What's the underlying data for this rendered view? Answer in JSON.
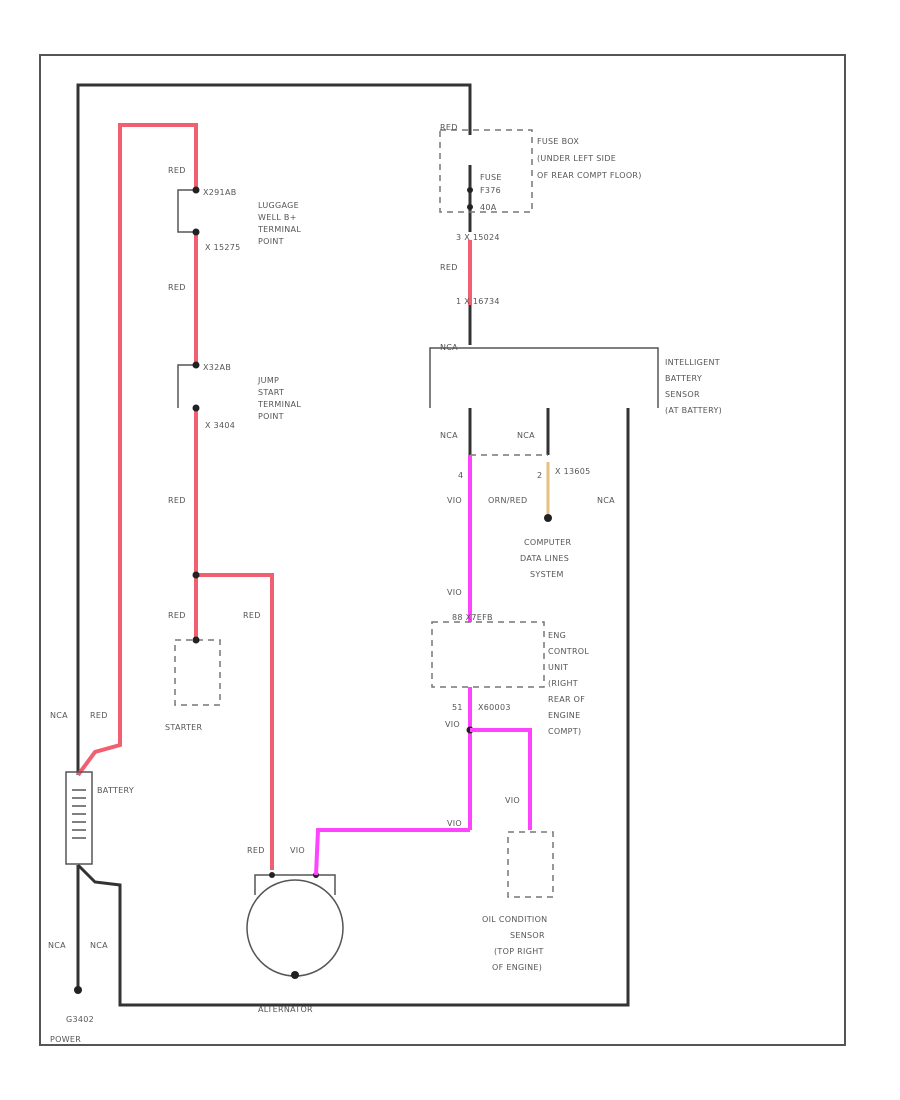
{
  "colors": {
    "red_wire": "#f06070",
    "violet_wire": "#ff44ff",
    "orange_wire": "#e8c080",
    "black_wire": "#333333"
  },
  "labels": {
    "red_top": "RED",
    "luggage_top": "X291AB",
    "luggage_name": [
      "LUGGAGE",
      "WELL B+",
      "TERMINAL",
      "POINT"
    ],
    "luggage_bottom": "X 15275",
    "red_mid": "RED",
    "jump_top": "X32AB",
    "jump_name": [
      "JUMP",
      "START",
      "TERMINAL",
      "POINT"
    ],
    "jump_bottom": "X 3404",
    "red_low": "RED",
    "red_starter": "RED",
    "red_alt_branch": "RED",
    "starter": "STARTER",
    "battery": "BATTERY",
    "nca_left": "NCA",
    "red_left": "RED",
    "nca_ground_1": "NCA",
    "nca_ground_2": "NCA",
    "ground": "G3402",
    "power": "POWER",
    "red_alt": "RED",
    "vio_alt": "VIO",
    "alternator": "ALTERNATOR",
    "red_fuse": "RED",
    "fuse_box": [
      "FUSE BOX",
      "(UNDER LEFT SIDE",
      "OF REAR COMPT FLOOR)"
    ],
    "fuse": [
      "FUSE",
      "F376",
      "40A"
    ],
    "fuse_conn": "3   X 15024",
    "red_fuse_low": "RED",
    "sensor_conn": "1   X 16734",
    "nca_top": "NCA",
    "ibs": [
      "INTELLIGENT",
      "BATTERY",
      "SENSOR",
      "(AT BATTERY)"
    ],
    "nca_pin_1": "NCA",
    "nca_pin_2": "NCA",
    "pin_4": "4",
    "pin_2": "2",
    "data_conn": "X 13605",
    "vio_1": "VIO",
    "orn_red": "ORN/RED",
    "nca_right": "NCA",
    "data_system": [
      "COMPUTER",
      "DATA LINES",
      "SYSTEM"
    ],
    "vio_2": "VIO",
    "ecm_conn": "88  X7EFB",
    "ecm": [
      "ENG",
      "CONTROL",
      "UNIT",
      "(RIGHT",
      "REAR OF",
      "ENGINE",
      "COMPT)"
    ],
    "pin_51": "51",
    "ecm_conn_2": "X60003",
    "vio_3": "VIO",
    "vio_4": "VIO",
    "vio_5": "VIO",
    "oil_sensor": [
      "OIL CONDITION",
      "SENSOR",
      "(TOP RIGHT",
      "OF ENGINE)"
    ]
  }
}
